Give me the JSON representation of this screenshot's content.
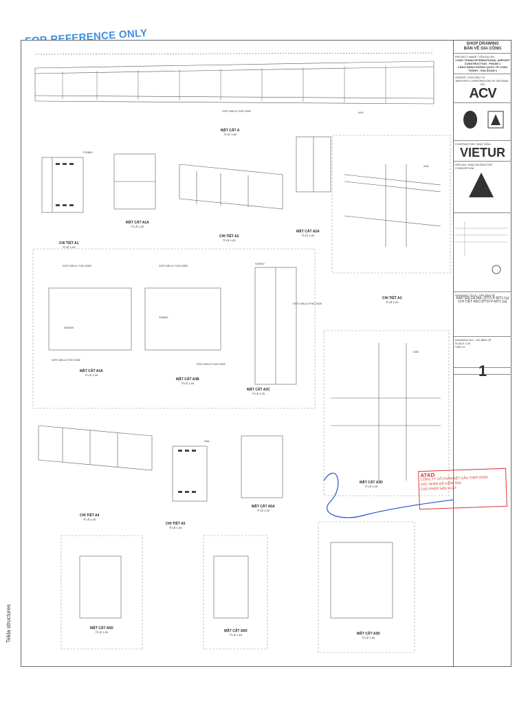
{
  "reference_stamp": "FOR REFERENCE ONLY",
  "side_text": "Tekla structures",
  "title_block": {
    "doc_type_en": "SHOP DRAWING",
    "doc_type_vi": "BẢN VẼ GIA CÔNG",
    "project_label": "PROJECT NAME / TÊN DỰ ÁN",
    "project_en": "LONG THANH INTERNATIONAL AIRPORT CONSTRUCTION - PHASE 1",
    "project_vi": "CẢNG HÀNG KHÔNG QUỐC TẾ LONG THÀNH - GIAI ĐOẠN 1",
    "owner_label": "OWNER / CHỦ ĐẦU TƯ",
    "owner_name": "AIRPORTS CORPORATION OF VIETNAM - JSC",
    "acv_logo": "ACV",
    "contractor_label": "CONTRACTOR / NHÀ THẦU",
    "vietur_logo": "VIETUR",
    "special_label": "SPECIAL SUBCONTRACTOR CONSORTIUM",
    "drawing_title_label": "DRAWING TITLE / TÊN BẢN VẼ",
    "drawing_title": "RAFTER DETAIL (PTD-P-MT1-1a)",
    "drawing_title_vi": "CHI TIẾT KÈO (PTD-P-MT1-1a)",
    "drawing_no_label": "DRAWING NO. / SỐ BẢN VẼ",
    "scale_label": "SCALE",
    "scale_value": "1:20",
    "size_label": "SIZE",
    "size_value": "A1",
    "page_number": "1"
  },
  "views": [
    {
      "title": "MẶT CẮT A",
      "scale": "TỈ LỆ 1:40"
    },
    {
      "title": "CHI TIẾT A1",
      "scale": "TỈ LỆ 1:20"
    },
    {
      "title": "MẶT CẮT A1A",
      "scale": "TỈ LỆ 1:20"
    },
    {
      "title": "CHI TIẾT A2",
      "scale": "TỈ LỆ 1:20"
    },
    {
      "title": "MẶT CẮT A2A",
      "scale": "TỈ LỆ 1:20"
    },
    {
      "title": "CHI TIẾT A3",
      "scale": "TỈ LỆ 1:20"
    },
    {
      "title": "MẶT CẮT A3A",
      "scale": "TỈ LỆ 1:20"
    },
    {
      "title": "MẶT CẮT A3B",
      "scale": "TỈ LỆ 1:20"
    },
    {
      "title": "MẶT CẮT A3C",
      "scale": "TỈ LỆ 1:20"
    },
    {
      "title": "MẶT CẮT A3D",
      "scale": "TỈ LỆ 1:20"
    },
    {
      "title": "CHI TIẾT A4",
      "scale": "TỈ LỆ 1:20"
    },
    {
      "title": "CHI TIẾT A5",
      "scale": "TỈ LỆ 1:15"
    },
    {
      "title": "MẶT CẮT A5A",
      "scale": "TỈ LỆ 1:20"
    },
    {
      "title": "MẶT CẮT A5D",
      "scale": "TỈ LỆ 1:20"
    },
    {
      "title": "MẶT CẮT A5D",
      "scale": "TỈ LỆ 1:15"
    },
    {
      "title": "MẶT CẮT A3D",
      "scale": "TỈ LỆ 1:20"
    }
  ],
  "tags": {
    "site_weld": "SITE WELD THIS SIDE",
    "s20659": "S20659",
    "s20687": "S20687",
    "s20637": "S20637",
    "f20800": "F20800",
    "a1a": "A1A",
    "a3a": "A3A",
    "a5a": "A5A",
    "a3d": "A3D"
  },
  "red_stamp": {
    "line1": "ATAD",
    "line2": "CÔNG TY CỔ PHẦN KẾT CẤU THÉP ATAD",
    "line3": "XÁC NHẬN ĐÃ KIỂM TRA",
    "line4": "CHO PHÉP SẢN XUẤT"
  }
}
